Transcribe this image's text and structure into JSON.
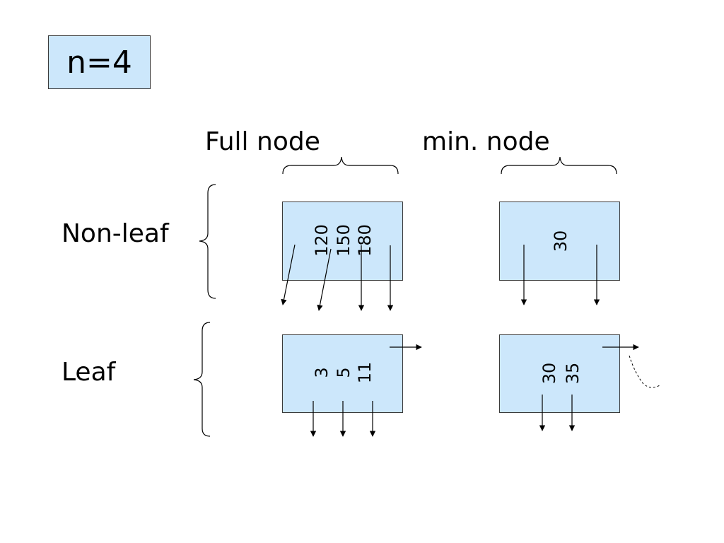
{
  "order_label": "n=4",
  "columns": {
    "full": "Full node",
    "min": "min. node"
  },
  "rows": {
    "nonleaf": "Non-leaf",
    "leaf": "Leaf"
  },
  "nodes": {
    "full_nonleaf": {
      "keys": [
        "120",
        "150",
        "180"
      ]
    },
    "min_nonleaf": {
      "keys": [
        "30"
      ]
    },
    "full_leaf": {
      "keys": [
        "3",
        "5",
        "11"
      ]
    },
    "min_leaf": {
      "keys": [
        "30",
        "35"
      ]
    }
  },
  "colors": {
    "node_fill": "#cce7fb",
    "node_border": "#3a3a3a",
    "line": "#000000"
  }
}
